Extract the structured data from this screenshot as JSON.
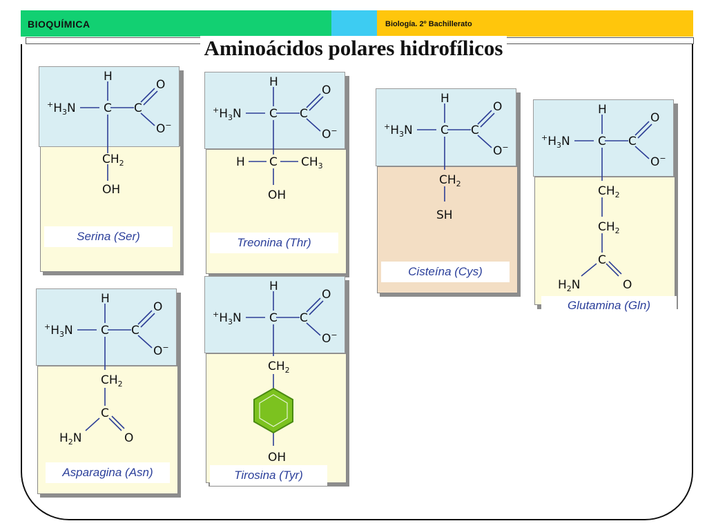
{
  "header": {
    "subject": "BIOQUÍMICA",
    "course": "Biología. 2º Bachillerato"
  },
  "title": "Aminoácidos polares hidrofílicos",
  "colors": {
    "green_bar": "#12d072",
    "cyan_bar": "#3dccf2",
    "yellow_bar": "#ffc60c",
    "backbone_panel": "#d9eef3",
    "side_panel": "#fdfbdc",
    "cysteine_side_panel": "#f3dec4",
    "bond_color": "#2d3e96",
    "label_color": "#2b3f9a",
    "ring_color": "#7cc21f"
  },
  "common": {
    "h": "H",
    "amino": "H",
    "amino_sub": "3",
    "amino_end": "N",
    "amino_charge": "+",
    "c": "C",
    "o": "O",
    "o_minus": "O",
    "minus": "−"
  },
  "aminoacids": [
    {
      "name": "Serina (Ser)",
      "side_chain": [
        "CH2",
        "OH"
      ]
    },
    {
      "name": "Treonina (Thr)",
      "side_chain": [
        "H",
        "C",
        "CH3",
        "OH"
      ]
    },
    {
      "name": "Cisteína (Cys)",
      "side_chain": [
        "CH2",
        "SH"
      ]
    },
    {
      "name": "Glutamina (Gln)",
      "side_chain": [
        "CH2",
        "CH2",
        "C",
        "H2N",
        "O"
      ]
    },
    {
      "name": "Asparagina (Asn)",
      "side_chain": [
        "CH2",
        "C",
        "H2N",
        "O"
      ]
    },
    {
      "name": "Tirosina (Tyr)",
      "side_chain": [
        "CH2",
        "benzene-ring",
        "OH"
      ]
    }
  ],
  "chem": {
    "ch": "CH",
    "two": "2",
    "three": "3",
    "oh": "OH",
    "sh": "SH",
    "h2n_h": "H",
    "h2n_n": "N"
  }
}
